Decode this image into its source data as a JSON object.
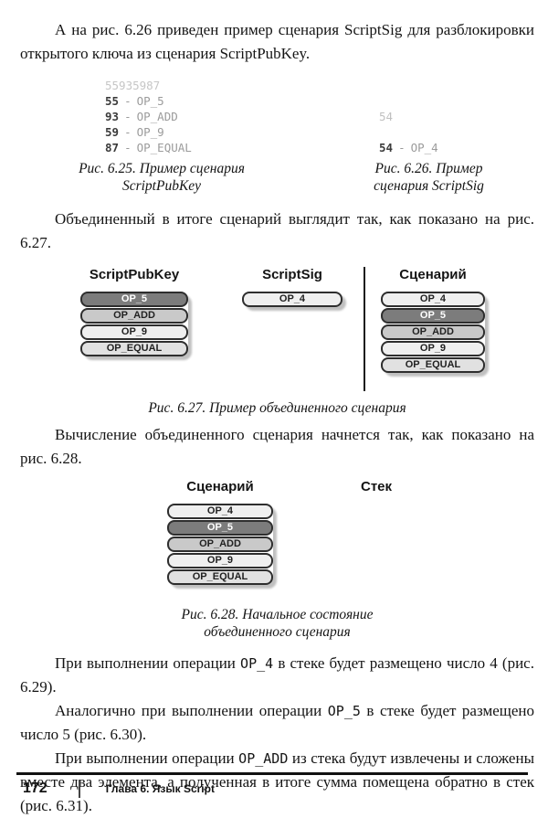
{
  "colors": {
    "box_dark": "#7c7c7c",
    "box_mid": "#c9c9c9",
    "box_light": "#efefef",
    "box_lighter": "#e1e1e1",
    "box_border": "#2e2e2e",
    "listing_number": "#3b3b3b",
    "listing_opcode": "#9b9b9b",
    "listing_watermark": "#c6c6c6",
    "body_text": "#141414"
  },
  "paragraphs": {
    "p1": "А на рис. 6.26 приведен пример сценария ScriptSig для разблокировки открытого ключа из сценария ScriptPubKey.",
    "p2": "Объединенный в итоге сценарий выглядит так, как показано на рис. 6.27.",
    "p3": "Вычисление объединенного сценария начнется так, как показано на рис. 6.28.",
    "p4": {
      "pre": "При выполнении операции ",
      "code": "OP_4",
      "post": " в стеке будет размещено число 4 (рис. 6.29)."
    },
    "p5": {
      "pre": "Аналогично при выполнении операции ",
      "code": "OP_5",
      "post": " в стеке будет размещено число 5 (рис. 6.30)."
    },
    "p6": {
      "pre": "При выполнении операции ",
      "code": "OP_ADD",
      "post": " из стека будут извлечены и сложены вместе два элемента, а полученная в итоге сумма помещена обратно в стек (рис. 6.31)."
    }
  },
  "listing": {
    "watermark": "55935987",
    "left_rows": [
      {
        "num": "55",
        "sep": "-",
        "op": "OP_5"
      },
      {
        "num": "93",
        "sep": "-",
        "op": "OP_ADD"
      },
      {
        "num": "59",
        "sep": "-",
        "op": "OP_9"
      },
      {
        "num": "87",
        "sep": "-",
        "op": "OP_EQUAL"
      }
    ],
    "right_faded": "54",
    "right_row": {
      "num": "54",
      "sep": "-",
      "op": "OP_4"
    }
  },
  "captions": {
    "fig25_line1": "Рис. 6.25. Пример сценария",
    "fig25_line2": "ScriptPubKey",
    "fig26_line1": "Рис. 6.26. Пример",
    "fig26_line2": "сценария ScriptSig",
    "fig27": "Рис. 6.27. Пример объединенного сценария",
    "fig28_line1": "Рис. 6.28. Начальное состояние",
    "fig28_line2": "объединенного сценария"
  },
  "fig27": {
    "col1_title": "ScriptPubKey",
    "col1_items": [
      "OP_5",
      "OP_ADD",
      "OP_9",
      "OP_EQUAL"
    ],
    "col2_title": "ScriptSig",
    "col2_items": [
      "OP_4"
    ],
    "col3_title": "Сценарий",
    "col3_items": [
      "OP_4",
      "OP_5",
      "OP_ADD",
      "OP_9",
      "OP_EQUAL"
    ]
  },
  "fig28": {
    "col1_title": "Сценарий",
    "col1_items": [
      "OP_4",
      "OP_5",
      "OP_ADD",
      "OP_9",
      "OP_EQUAL"
    ],
    "col2_title": "Стек"
  },
  "footer": {
    "page_number": "172",
    "chapter": "Глава 6. Язык Script"
  }
}
